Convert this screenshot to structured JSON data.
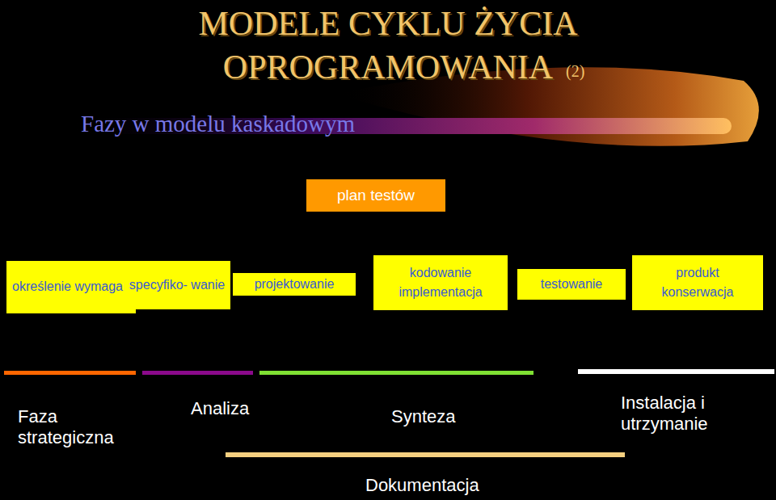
{
  "diagram": {
    "title": "MODELE CYKLU ŻYCIA OPROGRAMOWANIA",
    "nodes": [
      {
        "text": [
          "plan testów"
        ]
      },
      {
        "text": [
          "określenie wymagań"
        ]
      },
      {
        "text": [
          "specyfiko- wanie"
        ]
      },
      {
        "text": [
          "projektowanie"
        ]
      },
      {
        "text": [
          "kodowanie",
          "implementacja"
        ]
      },
      {
        "text": [
          "testowanie"
        ]
      },
      {
        "text": [
          "produkt",
          "konserwacja"
        ]
      }
    ],
    "edges": [],
    "labels": [
      "(2)",
      "Fazy w modelu kaskadowym",
      "Faza strategiczna",
      "Analiza",
      "Synteza",
      "Instalacja i utrzymanie",
      "Dokumentacja"
    ]
  }
}
